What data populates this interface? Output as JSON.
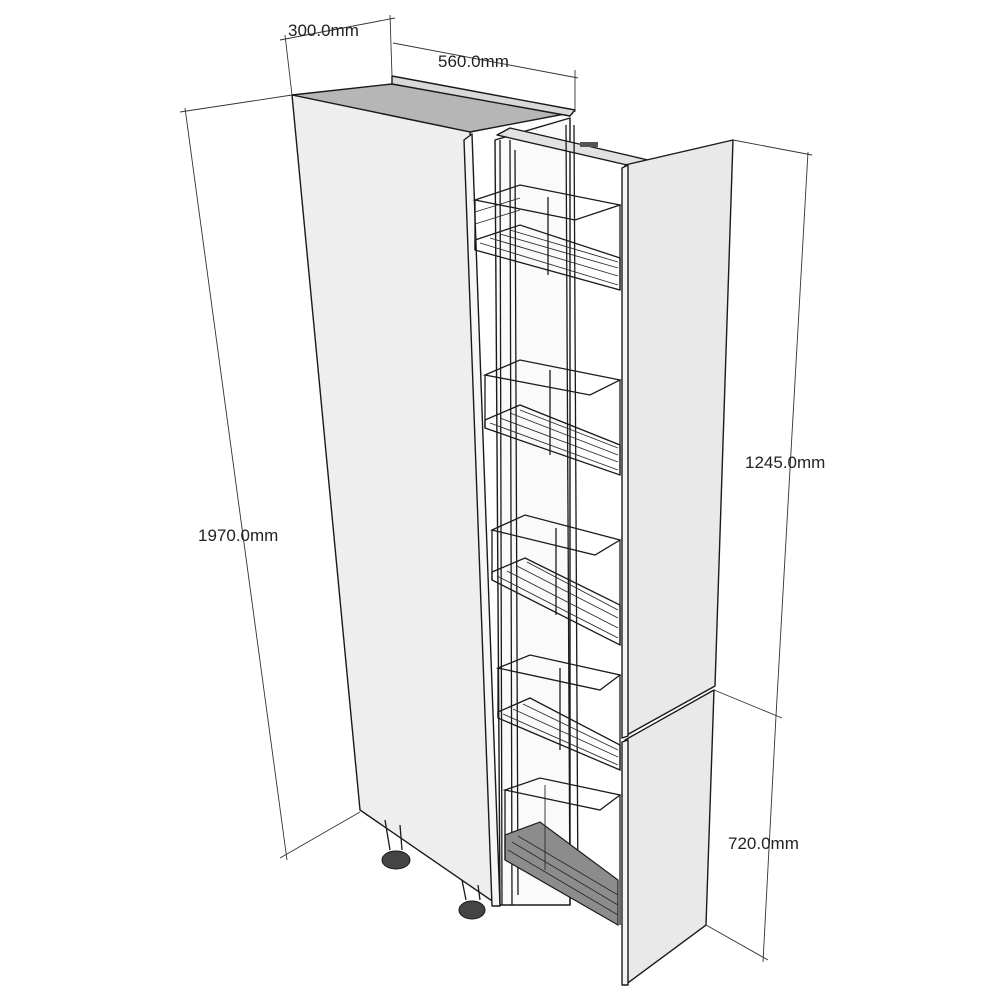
{
  "dimensions": {
    "depth": "300.0mm",
    "width": "560.0mm",
    "height_total": "1970.0mm",
    "height_upper_door": "1245.0mm",
    "height_lower_door": "720.0mm"
  },
  "colors": {
    "panel_face": "#e9e9e9",
    "panel_side": "#f2f2f2",
    "panel_top": "#b6b6b6",
    "interior": "#fafafa",
    "line": "#1a1a1a",
    "basket_wire": "#1a1a1a",
    "basket_fill": "#8c8c8c"
  },
  "baskets": {
    "count": 5
  }
}
